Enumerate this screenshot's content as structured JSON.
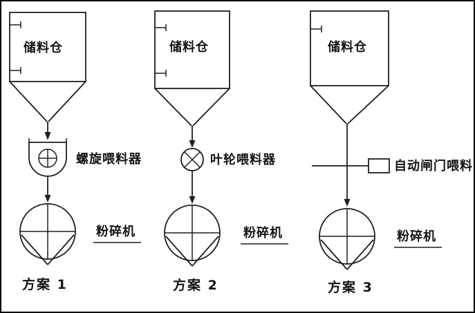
{
  "diagram": {
    "schemes": [
      {
        "caption": "方案 1",
        "hopper": "储料仓",
        "feeder": "螺旋喂料器",
        "feeder_icon": "screw-feeder-icon",
        "crusher": "粉碎机"
      },
      {
        "caption": "方案 2",
        "hopper": "储料仓",
        "feeder": "叶轮喂料器",
        "feeder_icon": "impeller-feeder-icon",
        "crusher": "粉碎机"
      },
      {
        "caption": "方案 3",
        "hopper": "储料仓",
        "feeder": "自动闸门喂料",
        "feeder_icon": "gate-feeder-icon",
        "crusher": "粉碎机"
      }
    ],
    "colors": {
      "line": "#1d1d1b",
      "background": "#ffffff",
      "border": "#000000"
    }
  }
}
